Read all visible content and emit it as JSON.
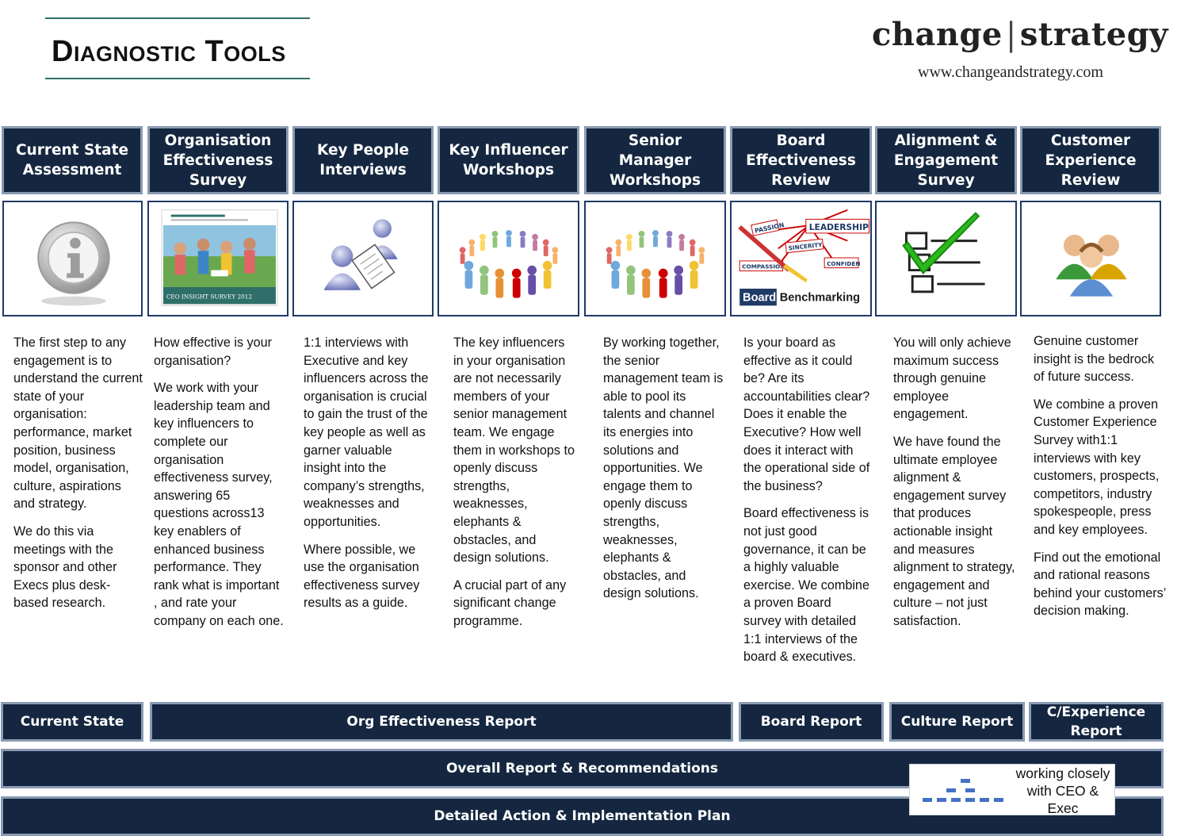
{
  "header": {
    "title": "Diagnostic Tools",
    "brand_left": "change",
    "brand_sep": "|",
    "brand_right": "strategy",
    "url": "www.changeandstrategy.com"
  },
  "columns": [
    {
      "title": "Current State Assessment",
      "icon": "info-icon",
      "paragraphs": [
        "The first step to any engagement is to understand the current state of your organisation: performance, market position, business model, organisation, culture, aspirations and strategy.",
        "We do this via meetings with the sponsor and other Execs plus desk-based research."
      ]
    },
    {
      "title": "Organisation Effectiveness Survey",
      "icon": "ceo-survey-cover-image",
      "image_caption": "CEO INSIGHT SURVEY 2012",
      "paragraphs": [
        "How effective is your organisation?",
        "We work with your leadership team and key influencers to complete our organisation effectiveness survey, answering 65 questions across13 key enablers of enhanced business performance. They rank what is important , and rate your company on each one."
      ]
    },
    {
      "title": "Key People Interviews",
      "icon": "interview-people-icon",
      "paragraphs": [
        "1:1 interviews with Executive and key influencers across the organisation is crucial to gain the trust of the key people as well as garner valuable insight into the company’s strengths, weaknesses and opportunities.",
        "Where possible, we use the organisation effectiveness survey results as a guide."
      ]
    },
    {
      "title": "Key Influencer Workshops",
      "icon": "people-circle-icon",
      "paragraphs": [
        "The key influencers in your organisation are not necessarily members of your senior management team. We engage them in workshops to openly discuss strengths, weaknesses, elephants & obstacles, and design solutions.",
        "A crucial part of any significant change programme."
      ]
    },
    {
      "title": "Senior Manager Workshops",
      "icon": "people-circle-icon",
      "paragraphs": [
        "By working together, the senior management team is able to pool its talents and channel its energies into solutions and opportunities.  We engage them to openly discuss strengths, weaknesses, elephants & obstacles, and design solutions."
      ]
    },
    {
      "title": "Board Effectiveness Review",
      "icon": "leadership-mindmap-image",
      "image_words": [
        "PASSION",
        "LEADERSHIP",
        "SINCERITY",
        "COMPASSION",
        "CONFIDEN"
      ],
      "image_label_a": "Board",
      "image_label_b": "Benchmarking",
      "paragraphs": [
        "Is your board as effective as it could be? Are its accountabilities clear? Does it enable the Executive? How well does it interact with the operational side of the business?",
        "Board effectiveness is not just good governance, it can be a highly valuable exercise. We combine a proven Board survey with detailed  1:1 interviews of the board & executives."
      ]
    },
    {
      "title": "Alignment & Engagement Survey",
      "icon": "checklist-icon",
      "paragraphs": [
        "You will only achieve maximum success through genuine employee engagement.",
        "We have found the ultimate employee alignment & engagement survey that produces actionable insight and measures alignment to strategy, engagement and culture – not just satisfaction."
      ]
    },
    {
      "title": "Customer Experience Review",
      "icon": "customers-group-icon",
      "paragraphs": [
        "Genuine customer insight is the bedrock of future success.",
        "We combine a proven Customer Experience Survey with1:1 interviews with key customers, prospects, competitors, industry spokespeople, press and key employees.",
        "Find out the emotional and rational reasons behind your customers’ decision making."
      ]
    }
  ],
  "reports": {
    "current_state": "Current State",
    "org_effectiveness": "Org Effectiveness Report",
    "board": "Board Report",
    "culture": "Culture Report",
    "cx": "C/Experience Report"
  },
  "overall": "Overall Report & Recommendations",
  "action_plan": "Detailed Action & Implementation Plan",
  "badge": {
    "text": "working closely with CEO & Exec",
    "icon": "org-chart-icon"
  },
  "colors": {
    "navy": "#152740",
    "border": "#8a9bb3",
    "teal_rule": "#2f6f6a"
  }
}
